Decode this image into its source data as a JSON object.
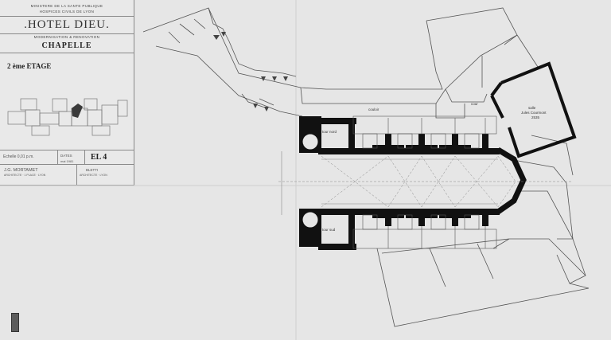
{
  "cartouche": {
    "ministry": "MINISTERE DE LA SANTE PUBLIQUE",
    "hospices": "HOSPICES CIVILS DE LYON",
    "hotel_dieu": ".HOTEL DIEU.",
    "modernisation": "MODERNISATION & RENOVATION",
    "chapelle": "CHAPELLE",
    "etage": "2 ème ETAGE",
    "echelle": "Echelle 0,01 p.m.",
    "dates_label": "DATES",
    "dates_value": "mai 1981",
    "sheet": "EL 4",
    "architect_1": "J.G. MORTAMET",
    "architect_1_sub": "ARCHITECTE · 1 PLACE · LYON",
    "architect_2": "BLETTI",
    "architect_2_sub": "ARCHITECTE · LYON"
  },
  "plan_labels": {
    "tour_nord": "tour nord",
    "tour_sud": "tour sud",
    "cour": "cour",
    "couloir": "couloir",
    "salle_1": "salle",
    "salle_2": "Jules Courmont",
    "salle_3": "2535"
  },
  "colors": {
    "paper": "#e6e6e6",
    "wall": "#111111",
    "line": "#555555",
    "swatch": "#5c5c5c"
  }
}
